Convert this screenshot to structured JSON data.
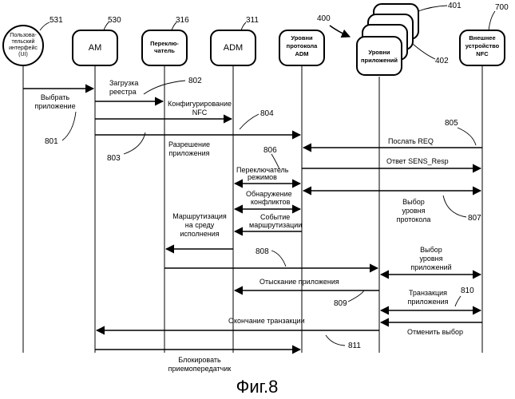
{
  "actors": {
    "ui": {
      "label_lines": [
        "Пользова-",
        "тельский",
        "интерфейс",
        "(UI)"
      ],
      "ref": "531"
    },
    "am": {
      "label_lines": [
        "AM"
      ],
      "ref": "530"
    },
    "switch": {
      "label_lines": [
        "Переклю-",
        "чатель"
      ],
      "ref": "316"
    },
    "adm": {
      "label_lines": [
        "ADM"
      ],
      "ref": "311"
    },
    "protocol": {
      "label_lines": [
        "Уровни",
        "протокола",
        "ADM"
      ]
    },
    "apps": {
      "label_lines": [
        "Уровни",
        "приложений"
      ],
      "ref_group": "400",
      "ref_top": "401",
      "ref_side": "402"
    },
    "nfc": {
      "label_lines": [
        "Внешнее",
        "устройство",
        "NFC"
      ],
      "ref": "700"
    }
  },
  "messages": {
    "select_app": [
      "Выбрать",
      "приложение"
    ],
    "registry_load": [
      "Загрузка",
      "реестра"
    ],
    "configure_nfc": [
      "Конфигурирование",
      "NFC"
    ],
    "app_permission": [
      "Разрешение",
      "приложения"
    ],
    "send_req": "Послать REQ",
    "sens_resp": "Ответ SENS_Resp",
    "mode_switch": [
      "Переключатель",
      "режимов"
    ],
    "conflict_detect": [
      "Обнаружение",
      "конфликтов"
    ],
    "protocol_select": [
      "Выбор",
      "уровня",
      "протокола"
    ],
    "routing_event": [
      "Событие",
      "маршрутизации"
    ],
    "route_exec": [
      "Маршрутизация",
      "на среду",
      "исполнения"
    ],
    "app_level_select": [
      "Выбор",
      "уровня",
      "приложений"
    ],
    "app_lookup": "Отыскание приложения",
    "app_transaction": [
      "Транзакция",
      "приложения"
    ],
    "transaction_end": "Окончание транзакции",
    "cancel_select": "Отменить выбор",
    "block_transceiver": [
      "Блокировать",
      "приемопередатчик"
    ]
  },
  "refs": {
    "r801": "801",
    "r802": "802",
    "r803": "803",
    "r804": "804",
    "r805": "805",
    "r806": "806",
    "r807": "807",
    "r808": "808",
    "r809": "809",
    "r810": "810",
    "r811": "811"
  },
  "caption": "Фиг.8"
}
